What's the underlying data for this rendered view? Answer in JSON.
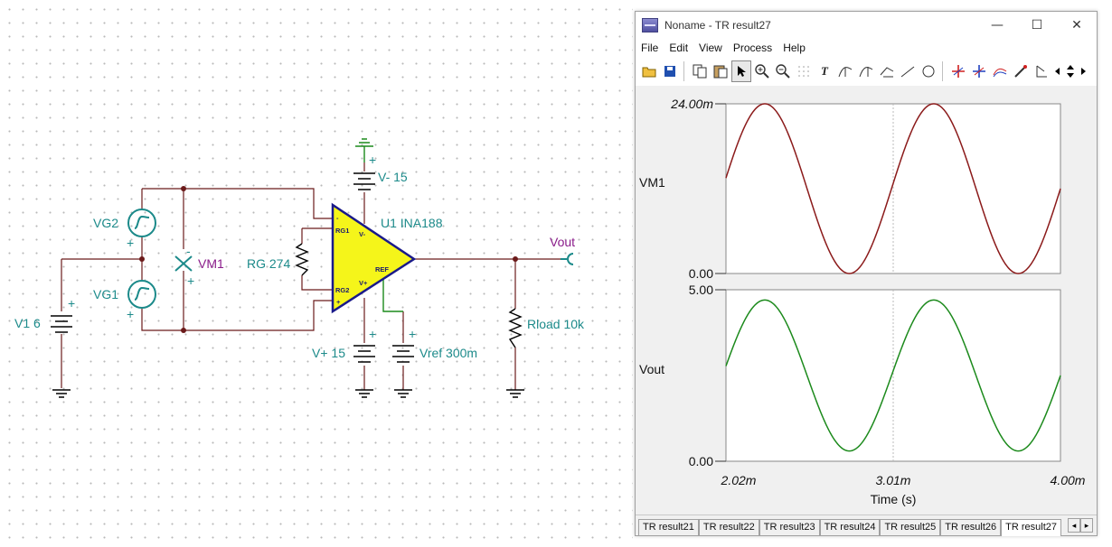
{
  "schematic": {
    "labels": {
      "vg2": "VG2",
      "vg1": "VG1",
      "vm1": "VM1",
      "v1": "V1 6",
      "rg": "RG 274",
      "vminus": "V- 15",
      "u1": "U1 INA188",
      "vout": "Vout",
      "vplus": "V+ 15",
      "vref": "Vref 300m",
      "rload": "Rload 10k"
    },
    "pins": {
      "rg1": "RG1",
      "rg2": "RG2",
      "vminus": "V-",
      "vplus": "V+",
      "ref": "REF",
      "inm": "-",
      "inp": "+"
    },
    "polarity": {
      "plus": "+",
      "minus": "-"
    }
  },
  "window": {
    "title": "Noname - TR result27",
    "controls": {
      "minimize": "—",
      "maximize": "☐",
      "close": "✕"
    },
    "menu": [
      "File",
      "Edit",
      "View",
      "Process",
      "Help"
    ],
    "toolbar_icons": [
      "open-icon",
      "save-icon",
      "copy-icon",
      "paste-icon",
      "pointer-icon",
      "zoom-in-icon",
      "zoom-100-icon",
      "grid-icon",
      "text-icon",
      "cursor-a-icon",
      "cursor-b-icon",
      "cursor-c-icon",
      "line-icon",
      "circle-icon",
      "marker-a-icon",
      "marker-b-icon",
      "curves-icon",
      "pen-icon",
      "flag-icon",
      "scroll-left-icon",
      "scroll-updown-icon",
      "scroll-right-icon"
    ],
    "toolbar_glyphs": {
      "text": "T"
    },
    "tabs": [
      "TR result21",
      "TR result22",
      "TR result23",
      "TR result24",
      "TR result25",
      "TR result26",
      "TR result27"
    ],
    "active_tab": "TR result27"
  },
  "chart_data": [
    {
      "type": "line",
      "series": [
        {
          "name": "VM1",
          "color": "#8b1a1a"
        }
      ],
      "ylabel": "VM1",
      "ylim": [
        0,
        0.024
      ],
      "ytick_labels": [
        "24.00m",
        "0.00"
      ],
      "xlim": [
        0.00202,
        0.004
      ],
      "x_samples": [
        0.00202,
        0.00225,
        0.00275,
        0.00325,
        0.00375,
        0.004
      ],
      "y_samples": [
        0.0133,
        0.024,
        0.0,
        0.024,
        0.0,
        0.0117
      ],
      "period": 0.001,
      "grid": "vertical-center-dotted"
    },
    {
      "type": "line",
      "series": [
        {
          "name": "Vout",
          "color": "#1c8a1c"
        }
      ],
      "ylabel": "Vout",
      "ylim": [
        0,
        5
      ],
      "ytick_labels": [
        "5.00",
        "0.00"
      ],
      "xlim": [
        0.00202,
        0.004
      ],
      "x_samples": [
        0.00202,
        0.00225,
        0.00275,
        0.00325,
        0.00375,
        0.004
      ],
      "y_samples": [
        2.55,
        4.7,
        0.3,
        4.7,
        0.3,
        2.45
      ],
      "period": 0.001,
      "xtick_labels": [
        "2.02m",
        "3.01m",
        "4.00m"
      ],
      "xlabel": "Time (s)"
    }
  ]
}
